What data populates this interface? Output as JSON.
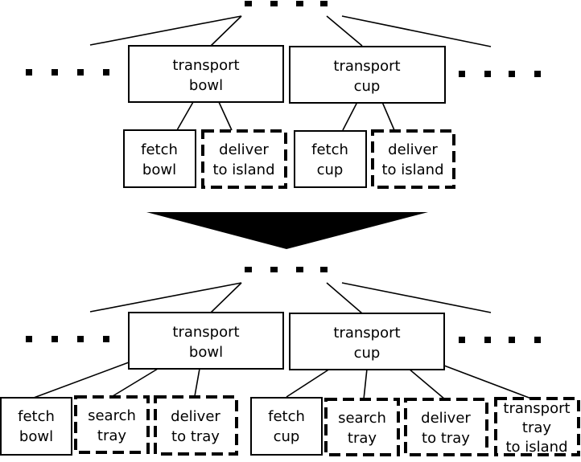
{
  "before": {
    "nodes": [
      {
        "id": "b-transport-bowl",
        "lines": [
          "transport",
          "bowl"
        ]
      },
      {
        "id": "b-transport-cup",
        "lines": [
          "transport",
          "cup"
        ]
      },
      {
        "id": "b-fetch-bowl",
        "lines": [
          "fetch",
          "bowl"
        ]
      },
      {
        "id": "b-deliver-island-1",
        "lines": [
          "deliver",
          "to island"
        ]
      },
      {
        "id": "b-fetch-cup",
        "lines": [
          "fetch",
          "cup"
        ]
      },
      {
        "id": "b-deliver-island-2",
        "lines": [
          "deliver",
          "to island"
        ]
      }
    ]
  },
  "after": {
    "nodes": [
      {
        "id": "a-transport-bowl",
        "lines": [
          "transport",
          "bowl"
        ]
      },
      {
        "id": "a-transport-cup",
        "lines": [
          "transport",
          "cup"
        ]
      },
      {
        "id": "a-fetch-bowl",
        "lines": [
          "fetch",
          "bowl"
        ]
      },
      {
        "id": "a-search-tray-1",
        "lines": [
          "search",
          "tray"
        ]
      },
      {
        "id": "a-deliver-tray-1",
        "lines": [
          "deliver",
          "to tray"
        ]
      },
      {
        "id": "a-fetch-cup",
        "lines": [
          "fetch",
          "cup"
        ]
      },
      {
        "id": "a-search-tray-2",
        "lines": [
          "search",
          "tray"
        ]
      },
      {
        "id": "a-deliver-tray-2",
        "lines": [
          "deliver",
          "to tray"
        ]
      },
      {
        "id": "a-transport-tray-island",
        "lines": [
          "transport",
          "tray",
          "to island"
        ]
      }
    ]
  }
}
